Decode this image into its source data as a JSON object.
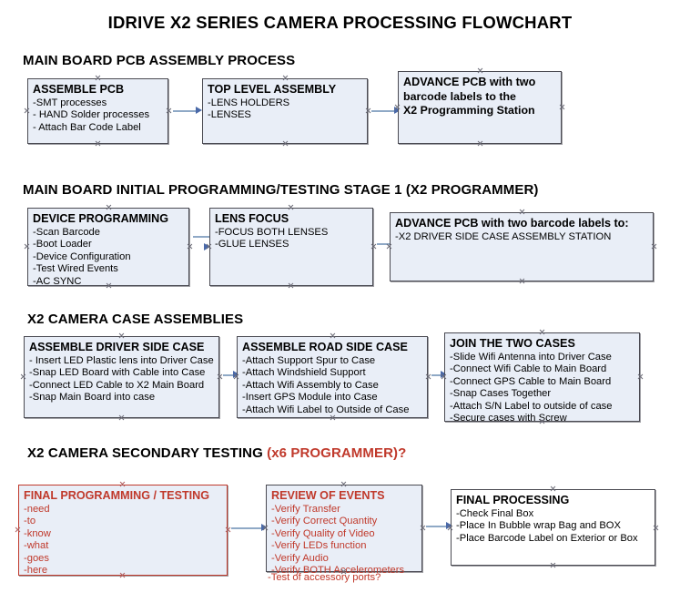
{
  "title": "IDRIVE X2  SERIES CAMERA PROCESSING FLOWCHART",
  "colors": {
    "box_fill": "#e9eef7",
    "box_border": "#4a4a52",
    "accent_red": "#c0392b",
    "arrow_line": "#8fa9c6",
    "arrow_head": "#4a69a8"
  },
  "sections": [
    {
      "id": "s1",
      "label": "MAIN BOARD PCB ASSEMBLY PROCESS",
      "accent": ""
    },
    {
      "id": "s2",
      "label": "MAIN BOARD INITIAL PROGRAMMING/TESTING STAGE 1 (X2 PROGRAMMER)",
      "accent": ""
    },
    {
      "id": "s3",
      "label": "X2 CAMERA CASE ASSEMBLIES",
      "accent": ""
    },
    {
      "id": "s4",
      "label": "X2 CAMERA SECONDARY TESTING ",
      "accent": "(x6 PROGRAMMER)?"
    }
  ],
  "boxes": [
    {
      "id": "assemble-pcb",
      "header": "ASSEMBLE PCB",
      "items": [
        "-SMT processes",
        "- HAND Solder processes",
        "- Attach Bar Code Label"
      ]
    },
    {
      "id": "top-level-assembly",
      "header": "TOP LEVEL ASSEMBLY",
      "items": [
        "-LENS HOLDERS",
        "-LENSES"
      ]
    },
    {
      "id": "advance-pcb-programming-station",
      "header": "ADVANCE PCB with two",
      "items": [
        "barcode labels to the",
        " X2 Programming Station"
      ]
    },
    {
      "id": "device-programming",
      "header": "DEVICE PROGRAMMING",
      "items": [
        "-Scan Barcode",
        "-Boot Loader",
        "-Device Configuration",
        "-Test Wired Events",
        "-AC SYNC"
      ]
    },
    {
      "id": "lens-focus",
      "header": "LENS FOCUS",
      "items": [
        "-FOCUS BOTH LENSES",
        "-GLUE LENSES"
      ]
    },
    {
      "id": "advance-pcb-driver-side",
      "header": "ADVANCE PCB with two barcode labels to:",
      "items": [
        "-X2 DRIVER  SIDE  CASE  ASSEMBLY STATION"
      ]
    },
    {
      "id": "assemble-driver-side-case",
      "header": "ASSEMBLE DRIVER SIDE CASE",
      "items": [
        "- Insert LED Plastic lens into Driver Case",
        "-Snap LED Board with Cable into Case",
        "-Connect LED Cable to X2 Main Board",
        "-Snap Main Board into case"
      ]
    },
    {
      "id": "assemble-road-side-case",
      "header": "ASSEMBLE ROAD SIDE CASE",
      "items": [
        "-Attach Support Spur to Case",
        "-Attach Windshield Support",
        "-Attach Wifi Assembly to Case",
        "-Insert GPS Module into Case",
        "-Attach Wifi Label to Outside of Case"
      ]
    },
    {
      "id": "join-the-two-cases",
      "header": "JOIN THE TWO CASES",
      "items": [
        "-Slide Wifi Antenna into Driver Case",
        "-Connect Wifi Cable to Main Board",
        "-Connect GPS Cable to Main Board",
        "-Snap Cases Together",
        "-Attach S/N Label to outside of case",
        "-Secure cases with Screw"
      ]
    },
    {
      "id": "final-programming-testing",
      "header": "FINAL PROGRAMMING / TESTING",
      "items": [
        "-need",
        "-to",
        "-know",
        "-what",
        "-goes",
        "-here"
      ]
    },
    {
      "id": "review-of-events",
      "header": "REVIEW OF EVENTS",
      "items": [
        "-Verify Transfer",
        "-Verify Correct Quantity",
        "-Verify Quality of Video",
        "-Verify LEDs function",
        "-Verify Audio",
        "-Verify BOTH Accelerometers",
        "-Test of accessory ports?"
      ]
    },
    {
      "id": "final-processing",
      "header": "FINAL PROCESSING",
      "items": [
        "-Check Final Box",
        "-Place In Bubble wrap Bag and BOX",
        "-Place Barcode Label on Exterior or Box"
      ]
    }
  ]
}
